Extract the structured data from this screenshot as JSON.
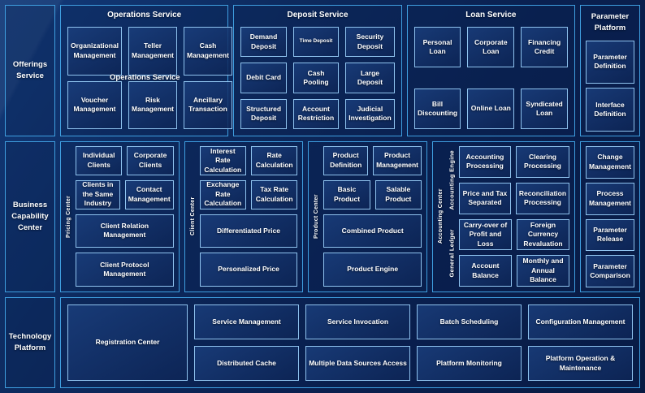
{
  "rows": {
    "offerings": {
      "stub_label": "Offerings Service",
      "panels": [
        {
          "title": "Operations Service",
          "floating_caption": "Operations Service",
          "tiles": [
            "Organizational Management",
            "Teller Management",
            "Cash Management",
            "Voucher Management",
            "Risk Management",
            "Ancillary Transaction"
          ]
        },
        {
          "title": "Deposit Service",
          "tiles": [
            "Demand Deposit",
            "Time Deposit",
            "Security Deposit",
            "Debit Card",
            "Cash Pooling",
            "Large Deposit",
            "Structured Deposit",
            "Account Restriction",
            "Judicial Investigation"
          ],
          "small_text_tiles": [
            "Time Deposit"
          ]
        },
        {
          "title": "Loan Service",
          "tiles": [
            "Personal Loan",
            "Corporate Loan",
            "Financing Credit",
            "Bill Discounting",
            "Online Loan",
            "Syndicated Loan"
          ]
        }
      ]
    },
    "business": {
      "stub_label": "Business Capability Center",
      "panels": [
        {
          "vertical_label": "Pricing Center",
          "pair_top": [
            "Individual Clients",
            "Corporate Clients"
          ],
          "pair_mid": [
            "Clients in the Same Industry",
            "Contact Management"
          ],
          "wide_1": "Client Relation Management",
          "wide_2": "Client Protocol Management"
        },
        {
          "vertical_label": "Client Center",
          "pair_top": [
            "Interest Rate Calculation",
            "Rate Calculation"
          ],
          "pair_mid": [
            "Exchange Rate Calculation",
            "Tax Rate Calculation"
          ],
          "wide_1": "Differentiated Price",
          "wide_2": "Personalized Price"
        },
        {
          "vertical_label": "Product Center",
          "pair_top": [
            "Product Definition",
            "Product Management"
          ],
          "pair_mid": [
            "Basic Product",
            "Salable Product"
          ],
          "wide_1": "Combined Product",
          "wide_2": "Product Engine"
        }
      ],
      "accounting": {
        "outer_label": "Accounting Center",
        "sections": [
          {
            "label": "Accounting Engine",
            "tiles": [
              "Accounting Processing",
              "Clearing Processing",
              "Price and Tax Separated",
              "Reconciliation Processing"
            ]
          },
          {
            "label": "General Ledger",
            "tiles": [
              "Carry-over of Profit and Loss",
              "Foreign Currency Revaluation",
              "Account Balance",
              "Monthly and Annual Balance"
            ]
          }
        ]
      }
    },
    "technology": {
      "stub_label": "Technology Platform",
      "registration": "Registration Center",
      "columns": [
        [
          "Service Management",
          "Distributed Cache"
        ],
        [
          "Service Invocation",
          "Multiple Data Sources Access"
        ],
        [
          "Batch Scheduling",
          "Platform Monitoring"
        ],
        [
          "Configuration Management",
          "Platform Operation & Maintenance"
        ]
      ]
    }
  },
  "parameter_platform": {
    "title": "Parameter Platform",
    "top_items": [
      "Parameter Definition",
      "Interface Definition"
    ],
    "bottom_items": [
      "Change Management",
      "Process Management",
      "Parameter Release",
      "Parameter Comparison"
    ]
  },
  "colors": {
    "background_deep": "#081a42",
    "background_light": "#123a7a",
    "border_primary": "#3f9fe0",
    "border_tile": "#8fc3ef",
    "text": "#ffffff"
  }
}
